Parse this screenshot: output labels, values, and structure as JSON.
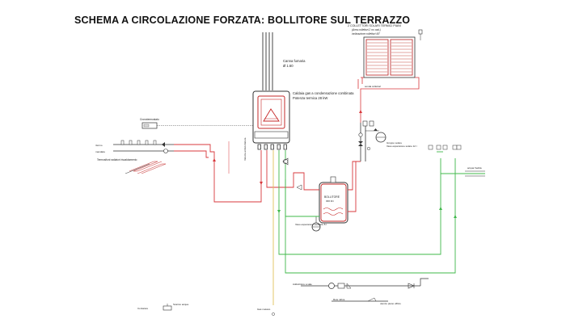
{
  "title": "SCHEMA A CIRCOLAZIONE FORZATA: BOLLITORE SUL TERRAZZO",
  "labels": {
    "canna_fumaria": "Canna fumaria",
    "canna_fumaria_dim": "Ø 1.60",
    "caldaia_line1": "Caldaia gas a condensazione combinata",
    "caldaia_line2": "Potenza termica 28 kW",
    "collettori_title": "2 COLLETTORI SOLARI TERMICI PIANI",
    "collettori_sub1": "(Area collettori 2 m² cad.)",
    "collettori_sub2": "inclinazione collettori 45°",
    "sonda": "sonda collettori",
    "cronotermostato": "Cronotermostato",
    "riscaldamento": "Termosifoni radiatori riscaldamento",
    "gruppo_solare": "Gruppo solare",
    "vaso_espansione_solare": "Vaso espansione solare 12 l",
    "bollitore": "BOLLITORE",
    "bollitore_cap": "300 litri",
    "vaso_sanitario": "Vaso espansione sanitario 8 l",
    "valvola_antiscottatura": "Valvola antiscottatura",
    "addolcitore": "Addolcitore a sale",
    "acqua_fredda": "acqua fredda",
    "rete_idrica": "Rete idrica",
    "utenze_piano": "utenze piano ufficio",
    "scarico_acqua": "Scarico acqua",
    "contatore": "Contatore",
    "gas_line": "Gas metano",
    "ritorno_label": "ritorno",
    "mandata_label": "mandata"
  },
  "colors": {
    "hot": "#d8383c",
    "cold": "#3fb84a",
    "gas": "#e0c15a",
    "line": "#333333",
    "solar": "#c0392b"
  },
  "icons": [
    "chimney-pipe",
    "boiler-unit",
    "solar-collector-panel",
    "storage-tank",
    "pump",
    "expansion-vessel",
    "valve",
    "radiator-manifold",
    "thermostat"
  ]
}
